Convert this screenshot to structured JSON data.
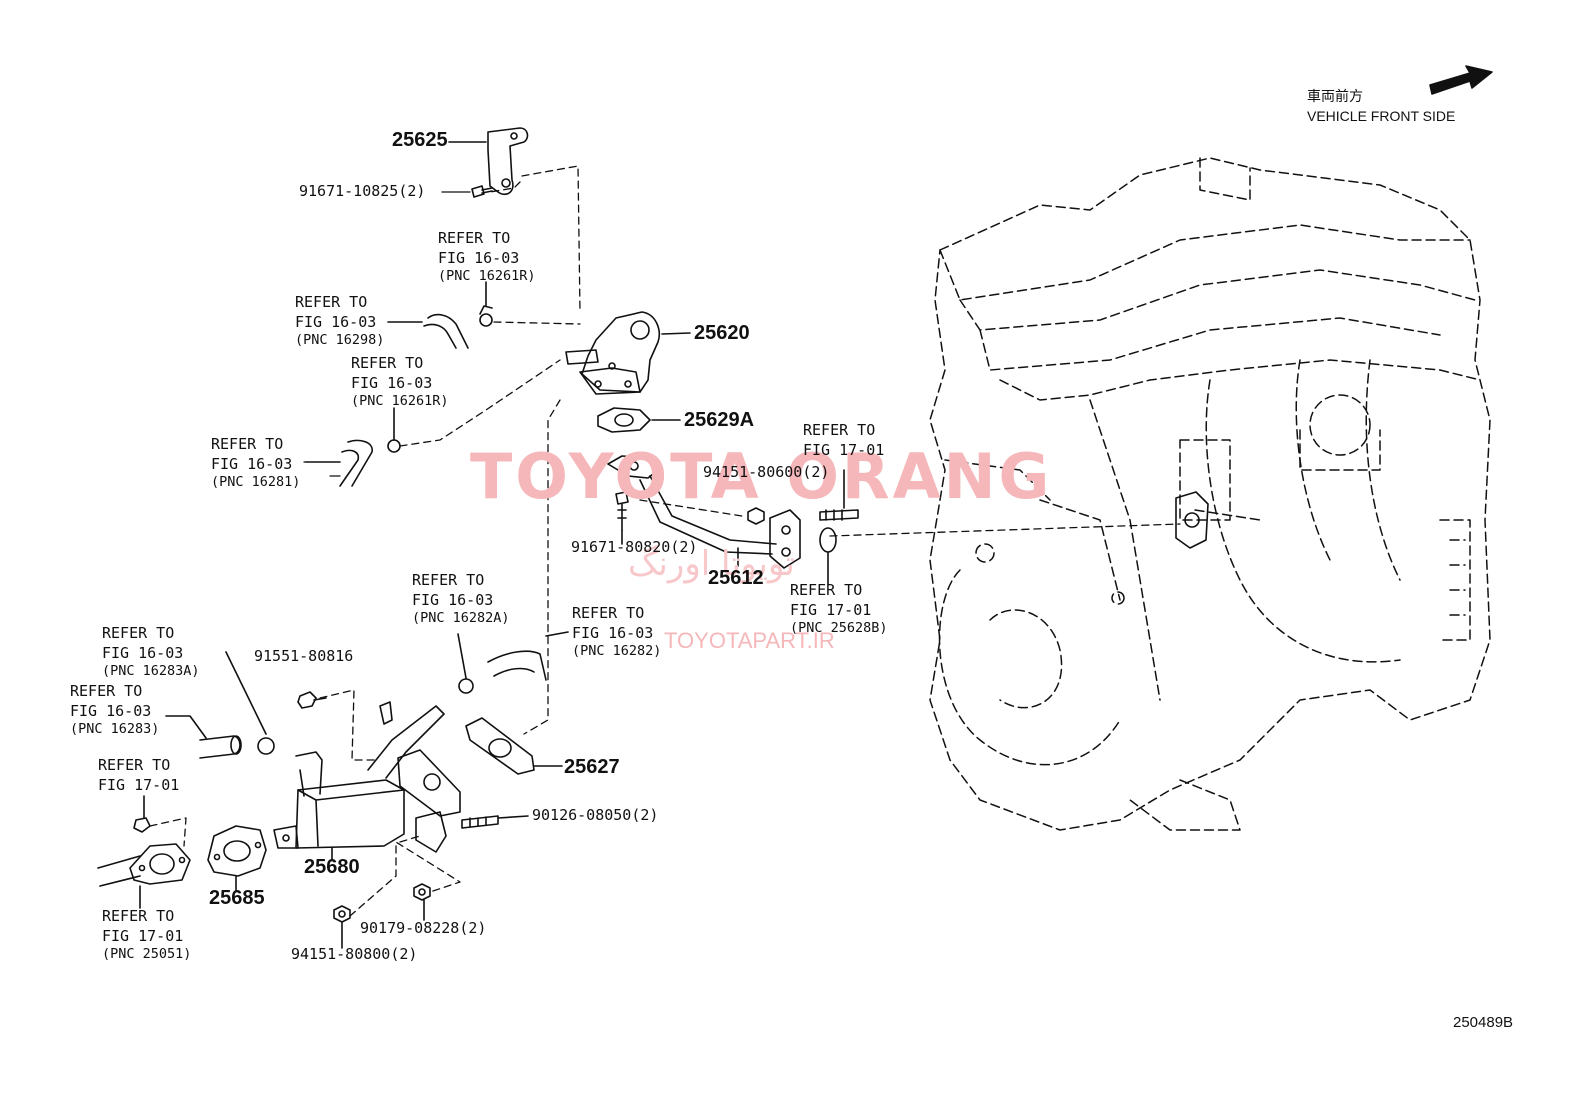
{
  "header": {
    "direction_jp": "車両前方",
    "direction_en": "VEHICLE FRONT SIDE"
  },
  "diagram_id": "250489B",
  "watermark": {
    "brand": "TOYOTA ORANG",
    "persian": "تویوتا اورنگ",
    "url": "TOYOTAPART.IR"
  },
  "colors": {
    "line": "#111111",
    "watermark": "#f5b7b9"
  },
  "parts": {
    "p25625": "25625",
    "p25620": "25620",
    "p25629a": "25629A",
    "p25612": "25612",
    "p25627": "25627",
    "p25680": "25680",
    "p25685": "25685",
    "b91671_10825": "91671-10825(2)",
    "b94151_80600": "94151-80600(2)",
    "b91671_80820": "91671-80820(2)",
    "b91551_80816": "91551-80816",
    "b90126_08050": "90126-08050(2)",
    "b90179_08228": "90179-08228(2)",
    "b94151_80800": "94151-80800(2)"
  },
  "refs": [
    {
      "l1": "REFER TO",
      "l2": "FIG 16-03",
      "pnc": "(PNC 16261R)"
    },
    {
      "l1": "REFER TO",
      "l2": "FIG 16-03",
      "pnc": "(PNC 16298)"
    },
    {
      "l1": "REFER TO",
      "l2": "FIG 16-03",
      "pnc": "(PNC 16261R)"
    },
    {
      "l1": "REFER TO",
      "l2": "FIG 16-03",
      "pnc": "(PNC 16281)"
    },
    {
      "l1": "REFER TO",
      "l2": "FIG 17-01",
      "pnc": ""
    },
    {
      "l1": "REFER TO",
      "l2": "FIG 17-01",
      "pnc": "(PNC 25628B)"
    },
    {
      "l1": "REFER TO",
      "l2": "FIG 16-03",
      "pnc": "(PNC 16282A)"
    },
    {
      "l1": "REFER TO",
      "l2": "FIG 16-03",
      "pnc": "(PNC 16282)"
    },
    {
      "l1": "REFER TO",
      "l2": "FIG 16-03",
      "pnc": "(PNC 16283A)"
    },
    {
      "l1": "REFER TO",
      "l2": "FIG 16-03",
      "pnc": "(PNC 16283)"
    },
    {
      "l1": "REFER TO",
      "l2": "FIG 17-01",
      "pnc": ""
    },
    {
      "l1": "REFER TO",
      "l2": "FIG 17-01",
      "pnc": "(PNC 25051)"
    }
  ]
}
